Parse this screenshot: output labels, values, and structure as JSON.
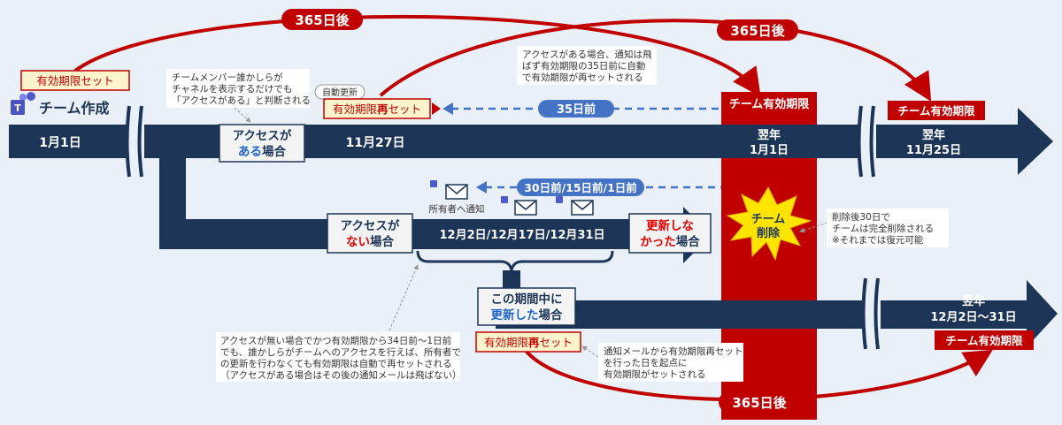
{
  "colors": {
    "navy": "#1c3557",
    "red": "#c00000",
    "dashed_blue": "#4472c4",
    "blue_pill": "#4472c4",
    "burst": "#ffe400",
    "red_text": "#e00000",
    "blue_text": "#1f64c8",
    "background": "#eaf0f7"
  },
  "icons": [
    "teams-icon",
    "mail-icon",
    "arrow-right-icon",
    "arrow-left-icon",
    "break-mark-icon"
  ],
  "labels": {
    "top_365_a": "365日後",
    "top_365_b": "365日後",
    "bottom_365": "365日後",
    "valid_set": "有効期限セット",
    "team_create": "チーム作成",
    "jan1": "1月1日",
    "note_member": [
      "チームメンバー誰かしらが",
      "チャネルを表示するだけでも",
      "「アクセスがある」と判断される"
    ],
    "auto_update": "自動更新",
    "reset_top_pre": "有効期限",
    "reset_top_bold": "再",
    "reset_top_post": "セット",
    "access_yes_1": "アクセスが",
    "access_yes_2a": "ある",
    "access_yes_2b": "場合",
    "nov27": "11月27日",
    "note_access": [
      "アクセスがある場合、通知は飛",
      "ばず有効期限の35日前に自動",
      "で有効期限が再セットされる"
    ],
    "days35": "35日前",
    "team_expiry": "チーム有効期限",
    "next_year": "翌年",
    "next_jan1": "1月1日",
    "next_nov25_year": "翌年",
    "next_nov25": "11月25日",
    "team_expiry_2": "チーム有効期限",
    "days_30_15_1": "30日前/15日前/1日前",
    "to_owner": "所有者へ通知",
    "access_no_1": "アクセスが",
    "access_no_2a": "ない",
    "access_no_2b": "場合",
    "dec_dates": "12月2日/12月17日/12月31日",
    "not_updated_1": "更新しな",
    "not_updated_2a": "かった",
    "not_updated_2b": "場合",
    "team_delete_1": "チーム",
    "team_delete_2": "削除",
    "note_delete": [
      "削除後30日で",
      "チームは完全削除される",
      "※それまでは復元可能"
    ],
    "during_1": "この期間中に",
    "during_2a": "更新した",
    "during_2b": "場合",
    "reset_bottom_pre": "有効期限",
    "reset_bottom_bold": "再",
    "reset_bottom_post": "セット",
    "note_noaccess": [
      "アクセスが無い場合でかつ有効期限から34日前～1日前",
      "でも、誰かしらがチームへのアクセスを行えば、所有者で",
      "の更新を行わなくても有効期限は自動で再セットされる",
      "（アクセスがある場合はその後の通知メールは飛ばない）"
    ],
    "note_mail": [
      "通知メールから有効期限再セット",
      "を行った日を起点に",
      "有効期限がセットされる"
    ],
    "next_dec_year": "翌年",
    "next_dec_range": "12月2日～31日",
    "team_expiry_3": "チーム有効期限"
  }
}
